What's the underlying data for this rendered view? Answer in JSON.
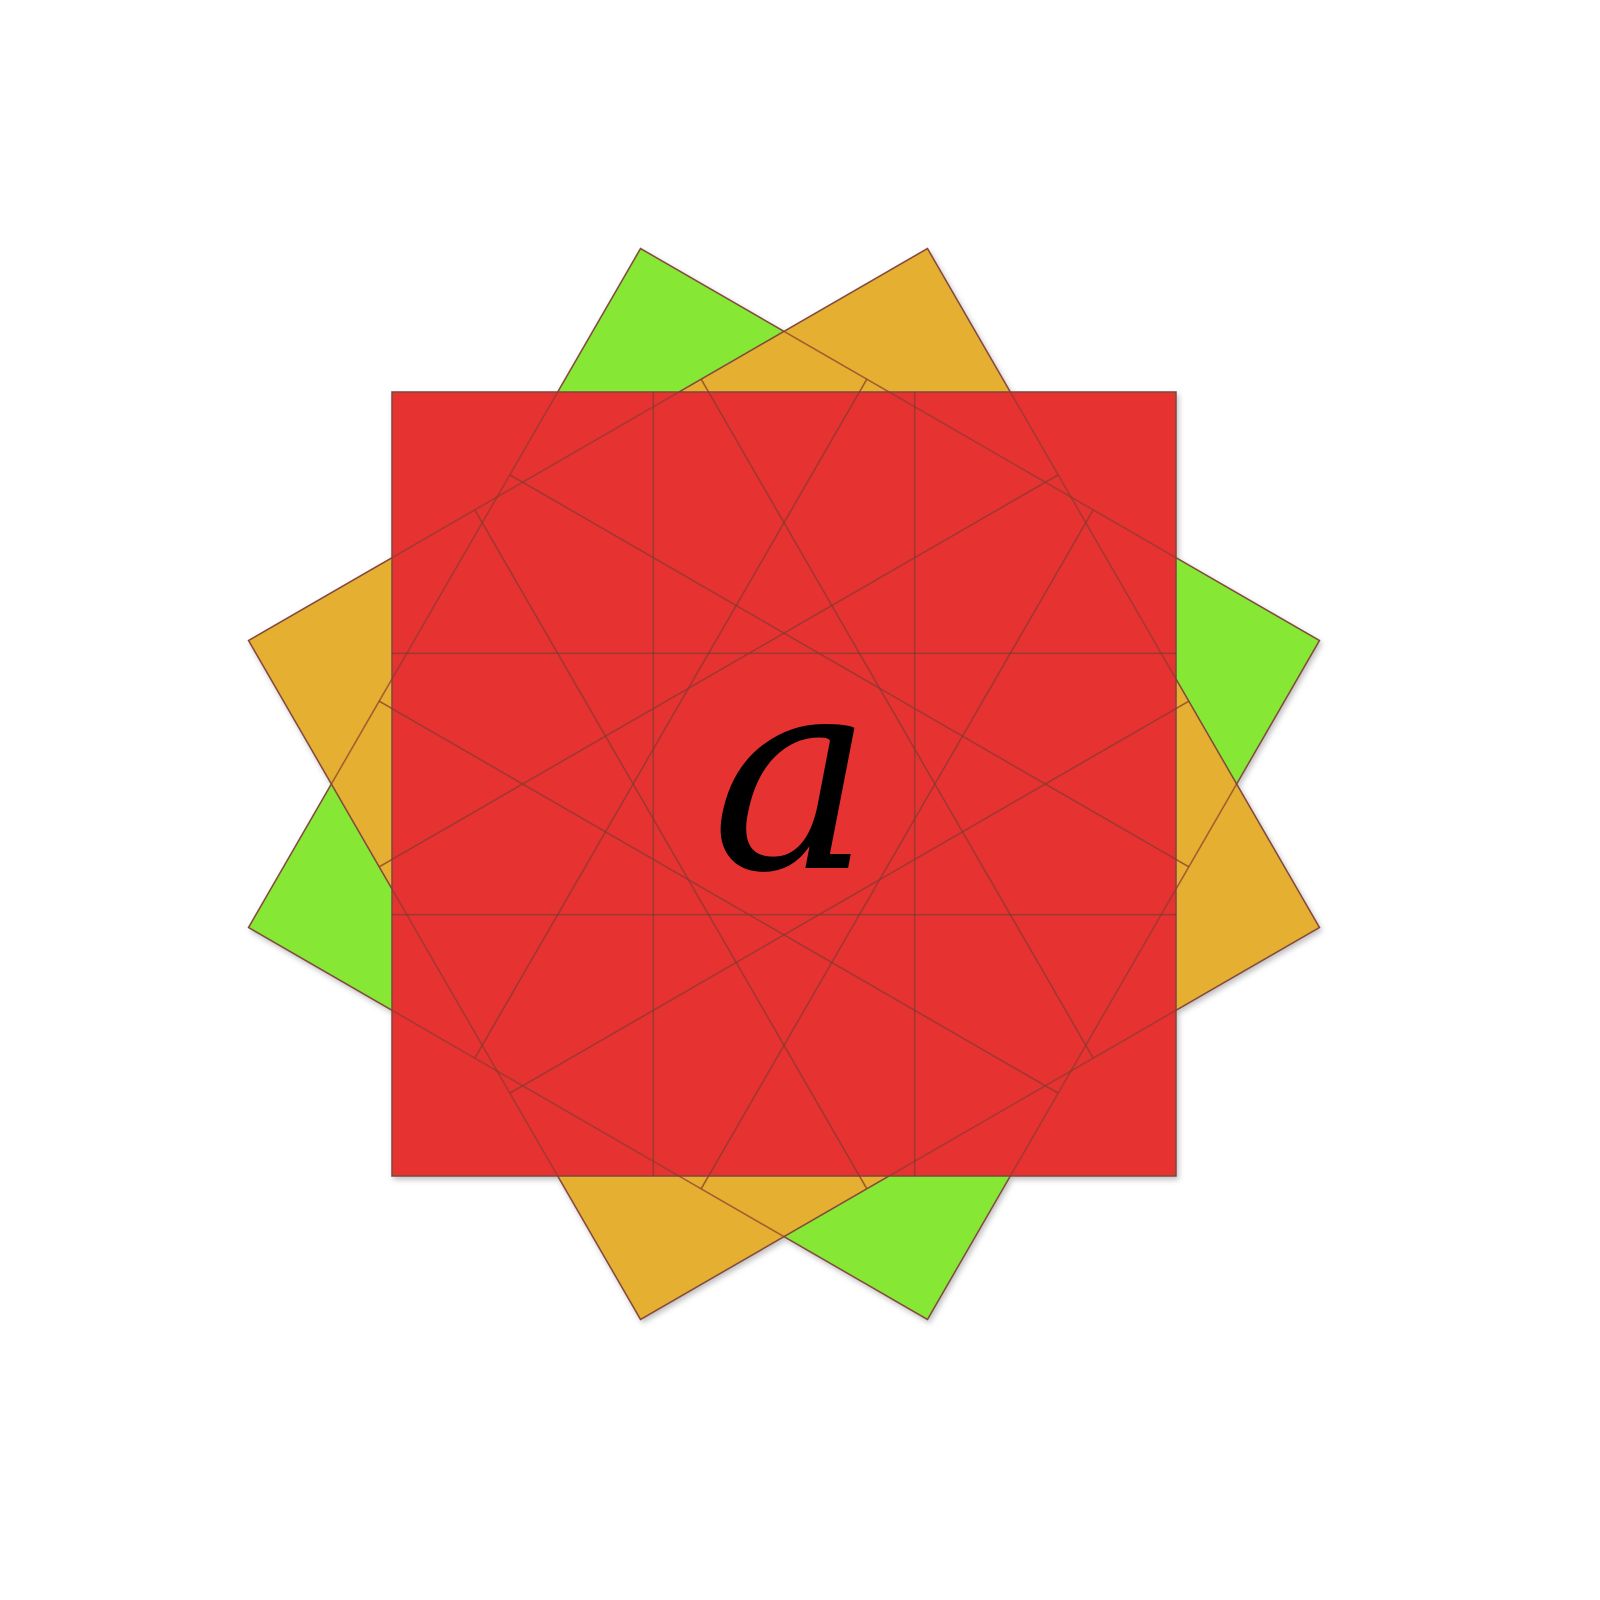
{
  "colors": {
    "background": "#ffffff",
    "square_green": "#86e834",
    "square_orange": "#e5b030",
    "square_red": "#e73133",
    "grid_line": "#8a3a2e",
    "glyph": "#000000"
  },
  "figure": {
    "grid": "3x3",
    "rotations_deg": [
      0,
      30,
      60
    ],
    "glyph_text": "a"
  }
}
